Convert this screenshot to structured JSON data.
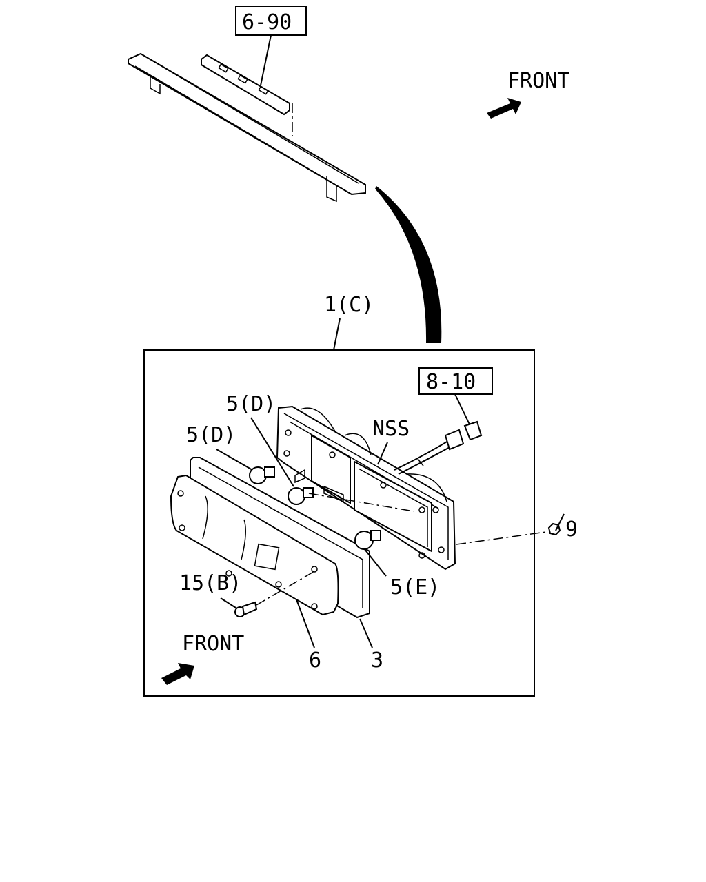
{
  "diagram": {
    "refs": {
      "top_ref": "6-90",
      "conn_ref": "8-10"
    },
    "labels": {
      "front_top": "FRONT",
      "front_bottom": "FRONT",
      "assembly": "1(C)",
      "bulb_d_upper": "5(D)",
      "bulb_d_left": "5(D)",
      "bulb_e": "5(E)",
      "nss": "NSS",
      "screw": "15(B)",
      "lens": "6",
      "gasket": "3",
      "nut": "9"
    }
  }
}
